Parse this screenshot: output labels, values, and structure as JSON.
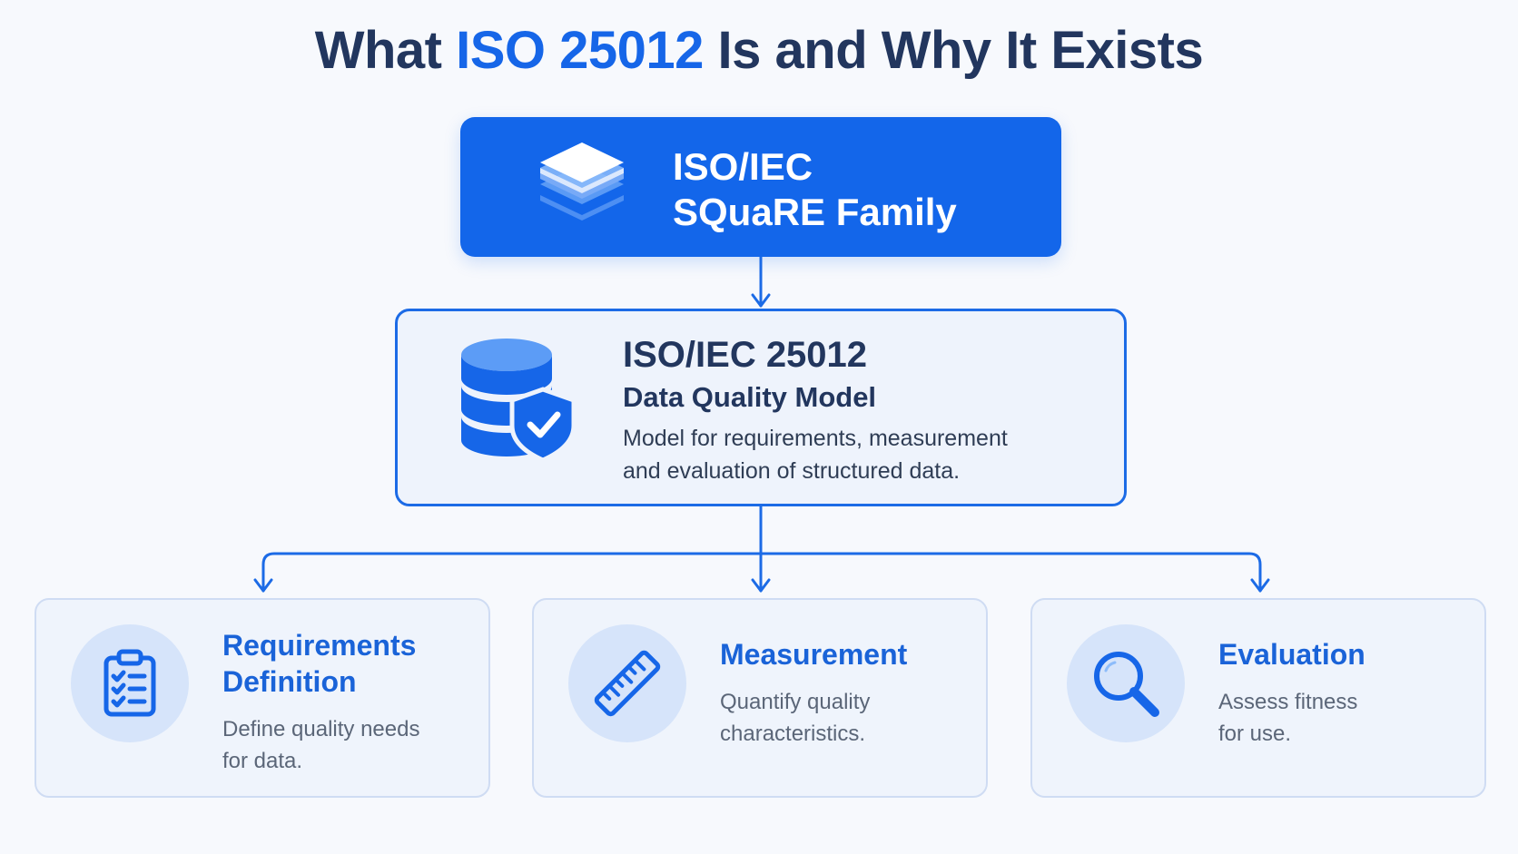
{
  "header": {
    "title_prefix": "What ",
    "title_accent": "ISO 25012",
    "title_suffix": " Is and Why It Exists"
  },
  "top_box": {
    "line1": "ISO/IEC",
    "line2": "SQuaRE Family",
    "icon": "layers-icon"
  },
  "model_box": {
    "code": "ISO/IEC 25012",
    "name": "Data Quality Model",
    "desc_line1": "Model for requirements, measurement",
    "desc_line2": "and evaluation of structured data.",
    "icon": "database-shield-icon"
  },
  "cards": [
    {
      "title_line1": "Requirements",
      "title_line2": "Definition",
      "desc_line1": "Define quality needs",
      "desc_line2": "for data.",
      "icon": "clipboard-checklist-icon"
    },
    {
      "title_line1": "Measurement",
      "desc_line1": "Quantify quality",
      "desc_line2": "characteristics.",
      "icon": "ruler-icon"
    },
    {
      "title_line1": "Evaluation",
      "desc_line1": "Assess fitness",
      "desc_line2": "for use.",
      "icon": "magnifier-icon"
    }
  ],
  "colors": {
    "accent": "#1366ea",
    "heading": "#22365e",
    "card_bg": "#eff4fc",
    "card_title": "#1a63d8"
  }
}
